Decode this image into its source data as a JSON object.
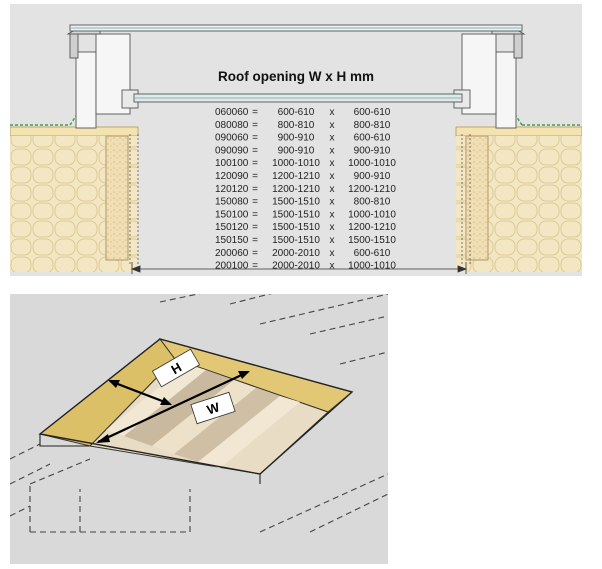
{
  "section_title": "Roof opening W x H mm",
  "separators": {
    "eq": "=",
    "x": "x"
  },
  "sizes": [
    {
      "code": "060060",
      "w": "600-610",
      "h": "600-610"
    },
    {
      "code": "080080",
      "w": "800-810",
      "h": "800-810"
    },
    {
      "code": "090060",
      "w": "900-910",
      "h": "600-610"
    },
    {
      "code": "090090",
      "w": "900-910",
      "h": "900-910"
    },
    {
      "code": "100100",
      "w": "1000-1010",
      "h": "1000-1010"
    },
    {
      "code": "120090",
      "w": "1200-1210",
      "h": "900-910"
    },
    {
      "code": "120120",
      "w": "1200-1210",
      "h": "1200-1210"
    },
    {
      "code": "150080",
      "w": "1500-1510",
      "h": "800-810"
    },
    {
      "code": "150100",
      "w": "1500-1510",
      "h": "1000-1010"
    },
    {
      "code": "150120",
      "w": "1500-1510",
      "h": "1200-1210"
    },
    {
      "code": "150150",
      "w": "1500-1510",
      "h": "1500-1510"
    },
    {
      "code": "200060",
      "w": "2000-2010",
      "h": "600-610"
    },
    {
      "code": "200100",
      "w": "2000-2010",
      "h": "1000-1010"
    }
  ],
  "iso_labels": {
    "height": "H",
    "width": "W"
  },
  "colors": {
    "panel": "#e2e2e2",
    "yellow": "#e0c168",
    "insulation": "#f1e3bf",
    "green": "#3fa24a",
    "iso_bg": "#d9d9d9"
  }
}
